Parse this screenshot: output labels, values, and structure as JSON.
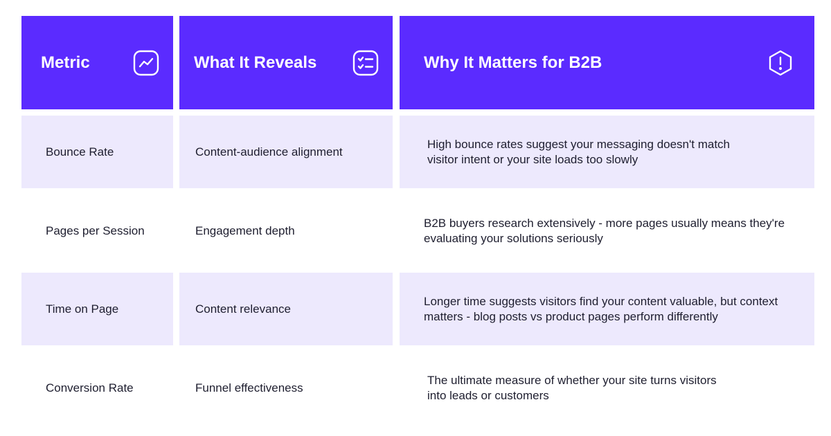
{
  "table": {
    "headers": [
      {
        "label": "Metric",
        "icon": "trend-line-icon"
      },
      {
        "label": "What It Reveals",
        "icon": "checklist-icon"
      },
      {
        "label": "Why It Matters for B2B",
        "icon": "alert-hexagon-icon"
      }
    ],
    "rows": [
      {
        "metric": "Bounce Rate",
        "reveals": "Content-audience alignment",
        "why": "High bounce rates suggest your messaging doesn't match visitor intent or your site loads too slowly"
      },
      {
        "metric": "Pages per Session",
        "reveals": "Engagement depth",
        "why": "B2B buyers research extensively - more pages usually means they're evaluating your solutions seriously"
      },
      {
        "metric": "Time on Page",
        "reveals": "Content relevance",
        "why": "Longer time suggests visitors find your content valuable, but context matters - blog posts vs product pages perform differently"
      },
      {
        "metric": "Conversion Rate",
        "reveals": "Funnel effectiveness",
        "why": "The ultimate measure of whether your site turns visitors into leads or customers"
      }
    ]
  },
  "colors": {
    "header_bg": "#5b2bff",
    "row_shade": "#ede9fd",
    "text": "#1e1e2f"
  }
}
